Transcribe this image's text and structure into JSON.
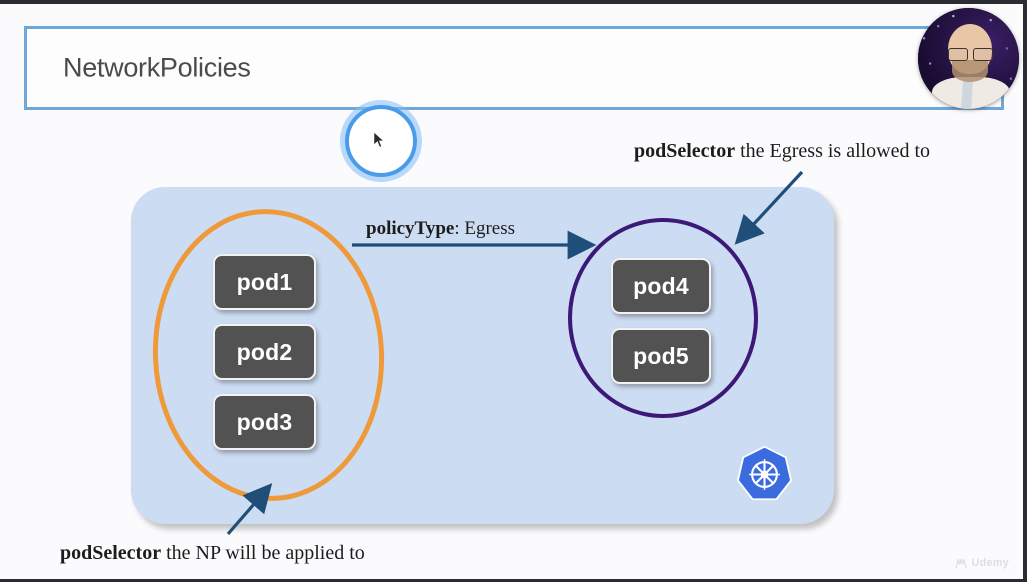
{
  "slide": {
    "title": "NetworkPolicies",
    "title_border_color": "#6fa8d8"
  },
  "diagram": {
    "panel_color": "#ccdcf2",
    "source_group": {
      "ring_color": "#ef9a3a",
      "pods": [
        {
          "name": "pod1"
        },
        {
          "name": "pod2"
        },
        {
          "name": "pod3"
        }
      ]
    },
    "destination_group": {
      "ring_color": "#3c1877",
      "pods": [
        {
          "name": "pod4"
        },
        {
          "name": "pod5"
        }
      ]
    },
    "logo": {
      "name": "kubernetes-logo",
      "color": "#3a6ce0"
    }
  },
  "annotations": {
    "policy_type": {
      "bold": "policyType",
      "rest": ": Egress"
    },
    "egress_target": {
      "bold": "podSelector",
      "rest": " the Egress is allowed to"
    },
    "np_applied": {
      "bold": "podSelector",
      "rest": " the NP will be applied to"
    },
    "arrow_color": "#1f4e79"
  },
  "overlay": {
    "cursor_icon": "mouse-pointer-icon",
    "click_ring_color": "#4a9bea",
    "watermark": "Udemy"
  }
}
